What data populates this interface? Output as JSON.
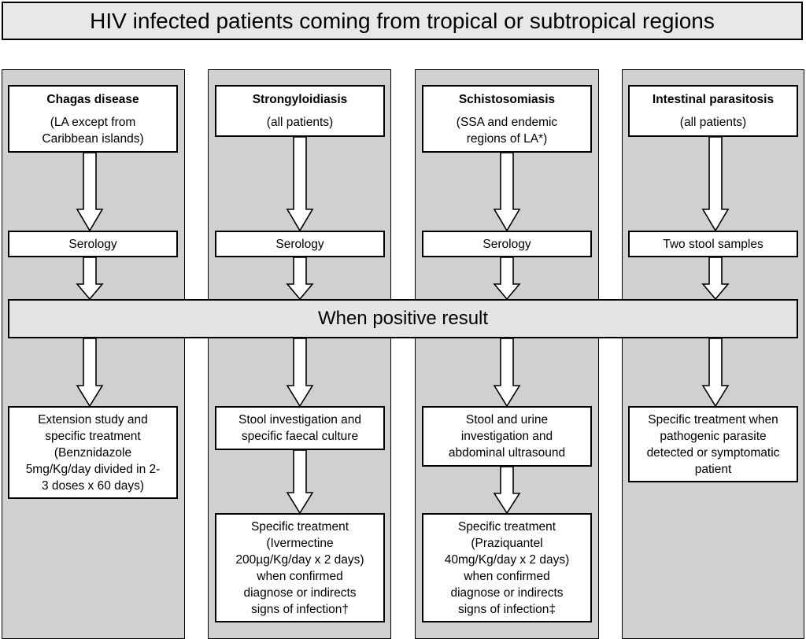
{
  "header": {
    "title": "HIV infected patients coming from tropical or subtropical regions"
  },
  "band": {
    "label": "When positive result"
  },
  "columns": [
    {
      "title": "Chagas disease",
      "subtitle": "(LA except from\nCaribbean islands)",
      "test": "Serology",
      "step1": "Extension study and\nspecific treatment\n(Benznidazole\n5mg/Kg/day divided in 2-\n3 doses x 60 days)"
    },
    {
      "title": "Strongyloidiasis",
      "subtitle": "(all patients)",
      "test": "Serology",
      "step1": "Stool investigation and\nspecific faecal culture",
      "step2": "Specific treatment\n(Ivermectine\n200µg/Kg/day x 2 days)\nwhen confirmed\ndiagnose or indirects\nsigns of infection†"
    },
    {
      "title": "Schistosomiasis",
      "subtitle": "(SSA and endemic\nregions of LA*)",
      "test": "Serology",
      "step1": "Stool and urine\ninvestigation and\nabdominal ultrasound",
      "step2": "Specific treatment\n(Praziquantel\n40mg/Kg/day x 2 days)\nwhen confirmed\ndiagnose or indirects\nsigns of infection‡"
    },
    {
      "title": "Intestinal parasitosis",
      "subtitle": "(all patients)",
      "test": "Two stool samples",
      "step1": "Specific treatment when\npathogenic parasite\ndetected or symptomatic\npatient"
    }
  ]
}
